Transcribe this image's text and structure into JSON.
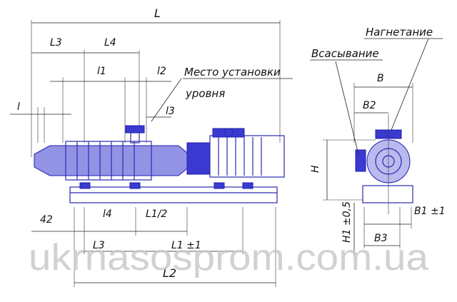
{
  "labels": {
    "L": "L",
    "L3": "L3",
    "L4": "L4",
    "l1": "l1",
    "l2": "l2",
    "l3": "l3",
    "l": "l",
    "dim42": "42",
    "l4": "l4",
    "L1half": "L1/2",
    "L1pm": "L1 ±1",
    "L2": "L2",
    "B": "B",
    "B2": "B2",
    "H": "H",
    "H1": "H1 ±0,5",
    "B1": "B1 ±1",
    "B3": "B3"
  },
  "notes": {
    "level": "Место установки",
    "level2": "уровня",
    "discharge": "Нагнетание",
    "suction": "Всасывание"
  },
  "watermark": "ukrnasosprom.com.ua",
  "colors": {
    "line": "#222222",
    "part": "#2a2ab0",
    "fill": "#3a3ad0",
    "watermark": "#c9c9c9"
  }
}
